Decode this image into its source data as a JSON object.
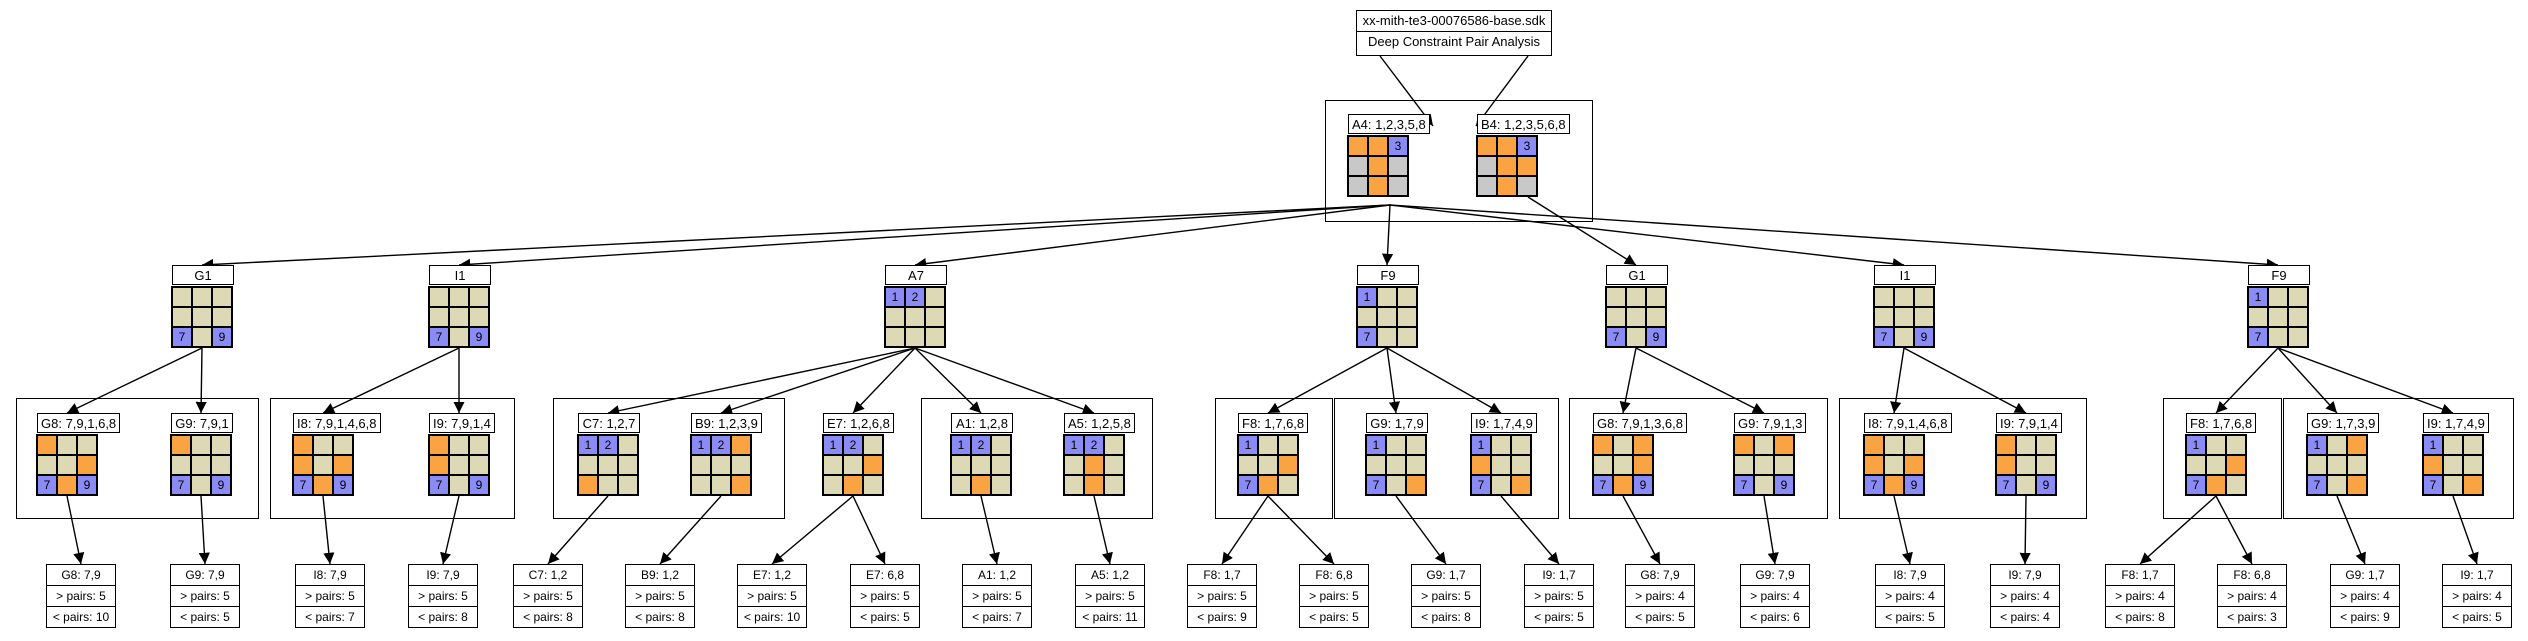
{
  "root": {
    "title": "xx-mith-te3-00076586-base.sdk",
    "subtitle": "Deep Constraint Pair Analysis"
  },
  "colors": {
    "candidate": "#dcd9b4",
    "orange": "#f9a342",
    "blue": "#8b8bf5",
    "grey": "#c8c8c8",
    "line": "#000000"
  },
  "nodes": [
    {
      "id": "a4",
      "label": "A4: 1,2,3,5,8",
      "cells": [
        "o",
        "o",
        "b3",
        "x",
        "o",
        "x",
        "x",
        "o",
        "x"
      ]
    },
    {
      "id": "b4",
      "label": "B4: 1,2,3,5,6,8",
      "cells": [
        "o",
        "o",
        "b3",
        "x",
        "o",
        "o",
        "x",
        "o",
        "x"
      ]
    },
    {
      "id": "g1a",
      "label": "G1",
      "cells": [
        "g",
        "g",
        "g",
        "g",
        "g",
        "g",
        "b7",
        "g",
        "b9"
      ]
    },
    {
      "id": "i1a",
      "label": "I1",
      "cells": [
        "g",
        "g",
        "g",
        "g",
        "g",
        "g",
        "b7",
        "g",
        "b9"
      ]
    },
    {
      "id": "a7",
      "label": "A7",
      "cells": [
        "b1",
        "b2",
        "g",
        "g",
        "g",
        "g",
        "g",
        "g",
        "g"
      ]
    },
    {
      "id": "f9a",
      "label": "F9",
      "cells": [
        "b1",
        "g",
        "g",
        "g",
        "g",
        "g",
        "b7",
        "g",
        "g"
      ]
    },
    {
      "id": "g1b",
      "label": "G1",
      "cells": [
        "g",
        "g",
        "g",
        "g",
        "g",
        "g",
        "b7",
        "g",
        "b9"
      ]
    },
    {
      "id": "i1b",
      "label": "I1",
      "cells": [
        "g",
        "g",
        "g",
        "g",
        "g",
        "g",
        "b7",
        "g",
        "b9"
      ]
    },
    {
      "id": "f9b",
      "label": "F9",
      "cells": [
        "b1",
        "g",
        "g",
        "g",
        "g",
        "g",
        "b7",
        "g",
        "g"
      ]
    },
    {
      "id": "g8a",
      "label": "G8: 7,9,1,6,8",
      "cells": [
        "o",
        "g",
        "g",
        "g",
        "g",
        "o",
        "b7",
        "o",
        "b9"
      ]
    },
    {
      "id": "g9a",
      "label": "G9: 7,9,1",
      "cells": [
        "o",
        "g",
        "g",
        "g",
        "g",
        "g",
        "b7",
        "g",
        "b9"
      ]
    },
    {
      "id": "i8a",
      "label": "I8: 7,9,1,4,6,8",
      "cells": [
        "o",
        "g",
        "g",
        "o",
        "g",
        "o",
        "b7",
        "o",
        "b9"
      ]
    },
    {
      "id": "i9a",
      "label": "I9: 7,9,1,4",
      "cells": [
        "o",
        "g",
        "g",
        "o",
        "g",
        "g",
        "b7",
        "g",
        "b9"
      ]
    },
    {
      "id": "c7",
      "label": "C7: 1,2,7",
      "cells": [
        "b1",
        "b2",
        "g",
        "g",
        "g",
        "g",
        "o",
        "g",
        "g"
      ]
    },
    {
      "id": "b9",
      "label": "B9: 1,2,3,9",
      "cells": [
        "b1",
        "b2",
        "o",
        "g",
        "g",
        "g",
        "g",
        "g",
        "o"
      ]
    },
    {
      "id": "e7",
      "label": "E7: 1,2,6,8",
      "cells": [
        "b1",
        "b2",
        "g",
        "g",
        "g",
        "o",
        "g",
        "o",
        "g"
      ]
    },
    {
      "id": "a1",
      "label": "A1: 1,2,8",
      "cells": [
        "b1",
        "b2",
        "g",
        "g",
        "g",
        "g",
        "g",
        "o",
        "g"
      ]
    },
    {
      "id": "a5",
      "label": "A5: 1,2,5,8",
      "cells": [
        "b1",
        "b2",
        "g",
        "g",
        "o",
        "g",
        "g",
        "o",
        "g"
      ]
    },
    {
      "id": "f8a",
      "label": "F8: 1,7,6,8",
      "cells": [
        "b1",
        "g",
        "g",
        "g",
        "g",
        "o",
        "b7",
        "o",
        "g"
      ]
    },
    {
      "id": "g9b",
      "label": "G9: 1,7,9",
      "cells": [
        "b1",
        "g",
        "g",
        "g",
        "g",
        "g",
        "b7",
        "g",
        "o"
      ]
    },
    {
      "id": "i9b",
      "label": "I9: 1,7,4,9",
      "cells": [
        "b1",
        "g",
        "g",
        "o",
        "g",
        "g",
        "b7",
        "g",
        "o"
      ]
    },
    {
      "id": "g8b",
      "label": "G8: 7,9,1,3,6,8",
      "cells": [
        "o",
        "g",
        "o",
        "g",
        "g",
        "o",
        "b7",
        "o",
        "b9"
      ]
    },
    {
      "id": "g9c",
      "label": "G9: 7,9,1,3",
      "cells": [
        "o",
        "g",
        "o",
        "g",
        "g",
        "g",
        "b7",
        "g",
        "b9"
      ]
    },
    {
      "id": "i8b",
      "label": "I8: 7,9,1,4,6,8",
      "cells": [
        "o",
        "g",
        "g",
        "o",
        "g",
        "o",
        "b7",
        "o",
        "b9"
      ]
    },
    {
      "id": "i9c",
      "label": "I9: 7,9,1,4",
      "cells": [
        "o",
        "g",
        "g",
        "o",
        "g",
        "g",
        "b7",
        "g",
        "b9"
      ]
    },
    {
      "id": "f8b",
      "label": "F8: 1,7,6,8",
      "cells": [
        "b1",
        "g",
        "g",
        "g",
        "g",
        "o",
        "b7",
        "o",
        "g"
      ]
    },
    {
      "id": "g9d",
      "label": "G9: 1,7,3,9",
      "cells": [
        "b1",
        "g",
        "o",
        "g",
        "g",
        "g",
        "b7",
        "g",
        "o"
      ]
    },
    {
      "id": "i9d",
      "label": "I9: 1,7,4,9",
      "cells": [
        "b1",
        "g",
        "g",
        "o",
        "g",
        "g",
        "b7",
        "g",
        "o"
      ]
    }
  ],
  "leaves": [
    {
      "id": "l1",
      "lines": [
        "G8: 7,9",
        "> pairs: 5",
        "< pairs: 10"
      ]
    },
    {
      "id": "l2",
      "lines": [
        "G9: 7,9",
        "> pairs: 5",
        "< pairs: 5"
      ]
    },
    {
      "id": "l3",
      "lines": [
        "I8: 7,9",
        "> pairs: 5",
        "< pairs: 7"
      ]
    },
    {
      "id": "l4",
      "lines": [
        "I9: 7,9",
        "> pairs: 5",
        "< pairs: 8"
      ]
    },
    {
      "id": "l5",
      "lines": [
        "C7: 1,2",
        "> pairs: 5",
        "< pairs: 8"
      ]
    },
    {
      "id": "l6",
      "lines": [
        "B9: 1,2",
        "> pairs: 5",
        "< pairs: 8"
      ]
    },
    {
      "id": "l7",
      "lines": [
        "E7: 1,2",
        "> pairs: 5",
        "< pairs: 10"
      ]
    },
    {
      "id": "l8",
      "lines": [
        "E7: 6,8",
        "> pairs: 5",
        "< pairs: 5"
      ]
    },
    {
      "id": "l9",
      "lines": [
        "A1: 1,2",
        "> pairs: 5",
        "< pairs: 7"
      ]
    },
    {
      "id": "l10",
      "lines": [
        "A5: 1,2",
        "> pairs: 5",
        "< pairs: 11"
      ]
    },
    {
      "id": "l11",
      "lines": [
        "F8: 1,7",
        "> pairs: 5",
        "< pairs: 9"
      ]
    },
    {
      "id": "l12",
      "lines": [
        "F8: 6,8",
        "> pairs: 5",
        "< pairs: 5"
      ]
    },
    {
      "id": "l13",
      "lines": [
        "G9: 1,7",
        "> pairs: 5",
        "< pairs: 8"
      ]
    },
    {
      "id": "l14",
      "lines": [
        "I9: 1,7",
        "> pairs: 5",
        "< pairs: 5"
      ]
    },
    {
      "id": "l15",
      "lines": [
        "G8: 7,9",
        "> pairs: 4",
        "< pairs: 5"
      ]
    },
    {
      "id": "l16",
      "lines": [
        "G9: 7,9",
        "> pairs: 4",
        "< pairs: 6"
      ]
    },
    {
      "id": "l17",
      "lines": [
        "I8: 7,9",
        "> pairs: 4",
        "< pairs: 5"
      ]
    },
    {
      "id": "l18",
      "lines": [
        "I9: 7,9",
        "> pairs: 4",
        "< pairs: 4"
      ]
    },
    {
      "id": "l19",
      "lines": [
        "F8: 1,7",
        "> pairs: 4",
        "< pairs: 8"
      ]
    },
    {
      "id": "l20",
      "lines": [
        "F8: 6,8",
        "> pairs: 4",
        "< pairs: 3"
      ]
    },
    {
      "id": "l21",
      "lines": [
        "G9: 1,7",
        "> pairs: 4",
        "< pairs: 9"
      ]
    },
    {
      "id": "l22",
      "lines": [
        "I9: 1,7",
        "> pairs: 4",
        "< pairs: 5"
      ]
    }
  ]
}
